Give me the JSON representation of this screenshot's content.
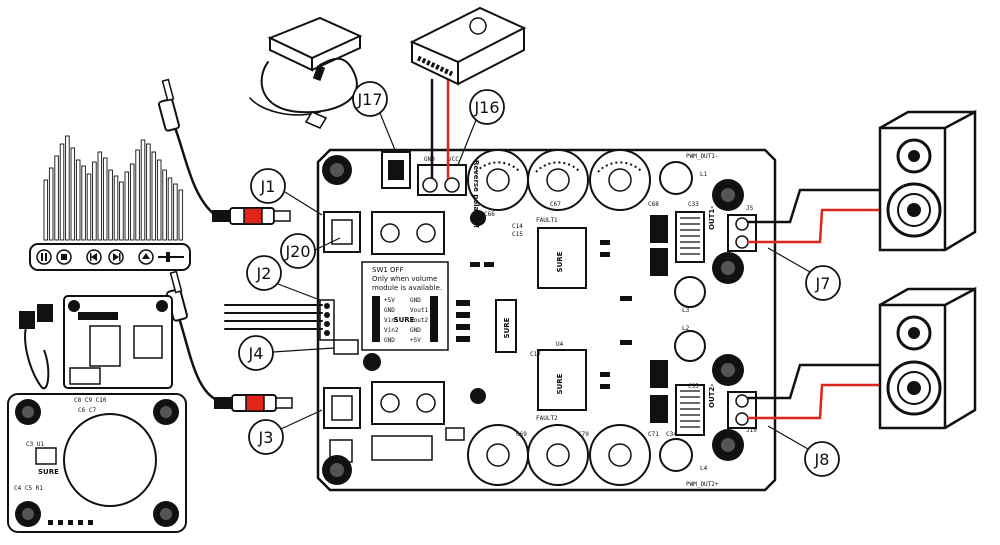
{
  "callouts": {
    "j1": "J1",
    "j2": "J2",
    "j3": "J3",
    "j4": "J4",
    "j7": "J7",
    "j8": "J8",
    "j16": "J16",
    "j17": "J17",
    "j20": "J20"
  },
  "board": {
    "switch_note_line1": "SW1 OFF",
    "switch_note_line2": "Only when volume",
    "switch_note_line3": "module is available.",
    "reverse_polarity": "Reverse polarity!",
    "pwm_out1": "PWM_OUT1-",
    "pwm_out2": "PWM_OUT2+",
    "out1": "OUT1-",
    "out2": "OUT2-",
    "fault1": "FAULT1",
    "fault2": "FAULT2",
    "sure1": "SURE",
    "sure2": "SURE",
    "sure3": "SURE",
    "sure4": "SURE",
    "vcc": "VCC",
    "gnd": "GND",
    "pin_labels": [
      "+5V",
      "GND",
      "Vin1",
      "Vin2",
      "GND",
      "GND",
      "Vout1",
      "Vout2",
      "GND",
      "+5V"
    ],
    "cap_labels": [
      "C66",
      "C67",
      "C68",
      "C69",
      "C70",
      "C71"
    ],
    "chip_labels": [
      "C14",
      "C15",
      "C17",
      "U4",
      "L1",
      "L3",
      "L2",
      "L4",
      "C33",
      "C34",
      "C35",
      "J5",
      "J10"
    ]
  },
  "module": {
    "labels": [
      "C8 C9 C10",
      "C6 C7",
      "C3 U1",
      "C4 C5 R1",
      "SURE"
    ]
  },
  "player_icons": [
    "pause-icon",
    "stop-icon",
    "prev-icon",
    "next-icon",
    "eject-icon"
  ],
  "colors": {
    "wire_red": "#e0251b",
    "wire_black": "#111111",
    "board_outline": "#111111"
  }
}
